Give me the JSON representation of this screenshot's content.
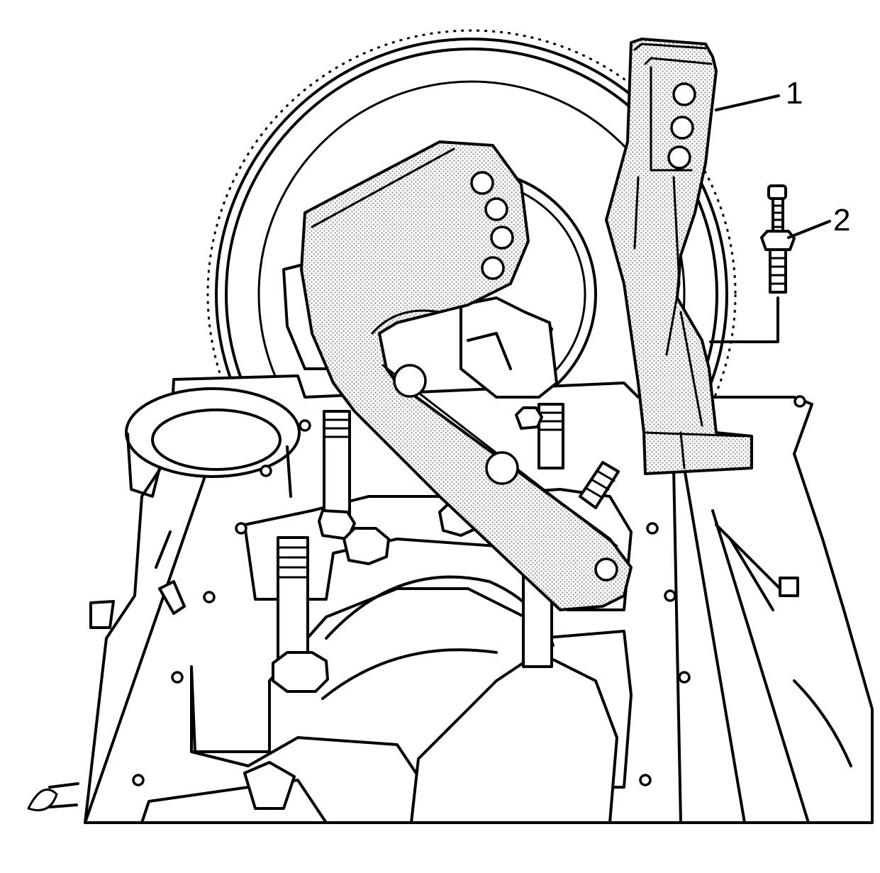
{
  "figure": {
    "colors": {
      "ink": "#000000",
      "paper": "#ffffff",
      "stipple": "#9a9a9a"
    }
  },
  "callouts": [
    {
      "id": "1",
      "label": "1"
    },
    {
      "id": "2",
      "label": "2"
    }
  ]
}
